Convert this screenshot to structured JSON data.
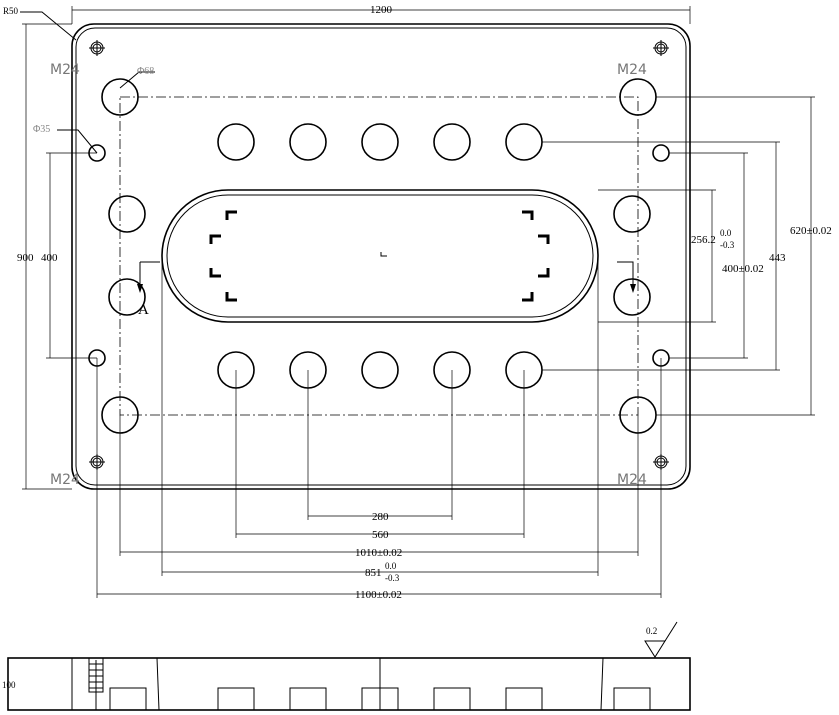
{
  "labels": {
    "corner_radius": "R50",
    "width": "1200",
    "height": "900",
    "left_span": "400",
    "bolt_hole_dia": "Φ68",
    "pin_dia": "Φ35",
    "thread": "M24",
    "section": "A",
    "slot_height_base": "256.2",
    "slot_tol_upper": "0.0",
    "slot_tol_lower": "-0.3",
    "pin_span": "400±0.02",
    "span_443": "443",
    "span_620": "620±0.02",
    "hole_280": "280",
    "hole_560": "560",
    "bolt_1010": "1010±0.02",
    "slot_851_base": "851",
    "slot_851_tol_upper": "0.0",
    "slot_851_tol_lower": "-0.3",
    "pin_1100": "1100±0.02",
    "thickness": "100",
    "flatness": "0.2"
  }
}
